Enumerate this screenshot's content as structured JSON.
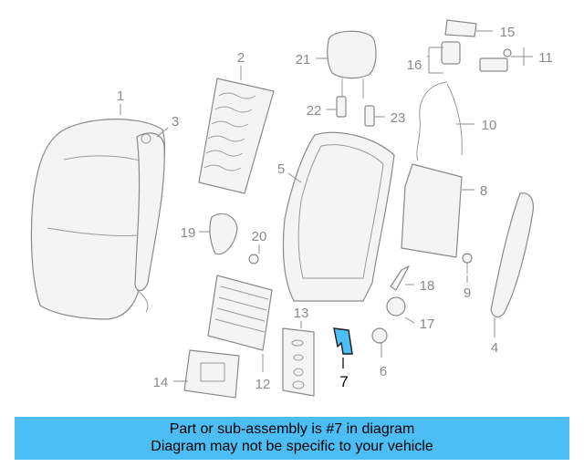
{
  "callouts": {
    "c1": "1",
    "c2": "2",
    "c3": "3",
    "c4": "4",
    "c5": "5",
    "c6": "6",
    "c7": "7",
    "c8": "8",
    "c9": "9",
    "c10": "10",
    "c11": "11",
    "c12": "12",
    "c13": "13",
    "c14": "14",
    "c15": "15",
    "c16": "16",
    "c17": "17",
    "c18": "18",
    "c19": "19",
    "c20": "20",
    "c21": "21",
    "c22": "22",
    "c23": "23"
  },
  "highlight_part": "7",
  "highlight_color": "#4dbef5",
  "banner": {
    "line1": "Part or sub-assembly is #7 in diagram",
    "line2": "Diagram may not be specific to your vehicle",
    "background": "#4dbef5"
  }
}
